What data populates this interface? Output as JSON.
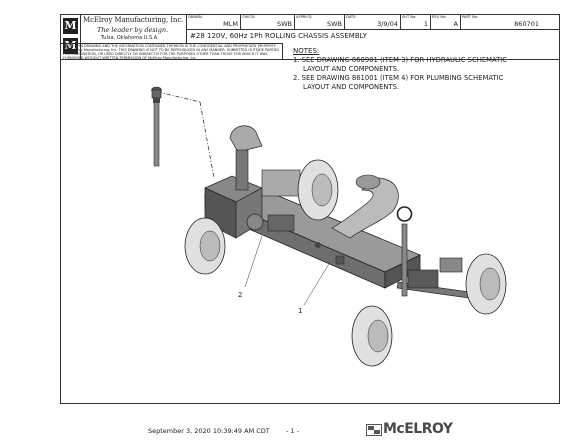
{
  "titleblock": {
    "company": "McElroy Manufacturing, Inc.",
    "tagline": "The leader by design.",
    "location": "Tulsa, Oklahoma U.S.A.",
    "drawn_label": "DRAWN:",
    "drawn": "MLM",
    "check_label": "CHECK:",
    "check": "SWB",
    "apprvd_label": "APPRV'D:",
    "apprvd": "SWB",
    "date_label": "DATE:",
    "date": "3/9/04",
    "sht_label": "SHT No:",
    "sht": "1",
    "rev_label": "REV No:",
    "rev": "A",
    "part_label": "PART No:",
    "part": "860701",
    "title": "#28 120V, 60Hz 1Ph ROLLING CHASSIS ASSEMBLY",
    "notice": "NOTE: THIS DRAWING AND THE INFORMATION CONTAINED THEREON IS THE CONFIDENTIAL AND PROPRIETARY PROPERTY OF McElroy Manufacturing, Inc. THIS DRAWING IS NOT TO BE REPRODUCED IN ANY MANNER, SUBMITTED OUTSIDE PARTIES FOR EXAMINATION, OR USED DIRECTLY OR INDIRECTLY FOR THE PURPOSES OTHER THAN THOSE FOR WHICH IT WAS FURNISHED WITHOUT WRITTEN PERMISSION OF McElroy Manufacturing, Inc."
  },
  "notes": {
    "heading": "NOTES:",
    "item1_line1": "1. SEE DRAWING 860901 (ITEM 3) FOR HYDRAULIC SCHEMATIC",
    "item1_line2": "LAYOUT AND COMPONENTS.",
    "item2_line1": "2. SEE DRAWING 861001 (ITEM 4) FOR PLUMBING SCHEMATIC",
    "item2_line2": "LAYOUT AND COMPONENTS."
  },
  "callouts": {
    "c1": "1",
    "c2": "2"
  },
  "footer": {
    "timestamp": "September 3, 2020 10:39:49 AM CDT",
    "page": "- 1 -",
    "brand": "McELROY"
  },
  "colors": {
    "line": "#333333",
    "part_fill": "#6e6e6e",
    "tire": "#dcdcdc"
  }
}
